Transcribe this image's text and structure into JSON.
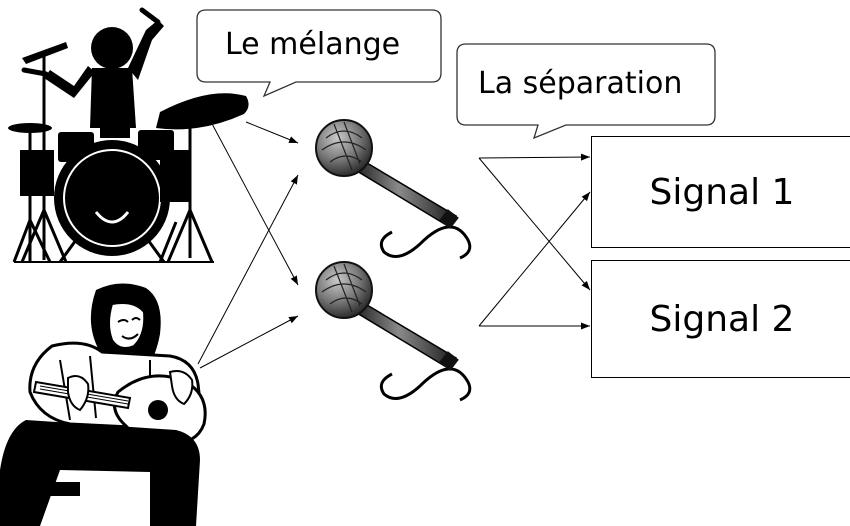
{
  "bubbles": {
    "mix_label": "Le mélange",
    "separation_label": "La séparation"
  },
  "outputs": [
    {
      "label": "Signal 1"
    },
    {
      "label": "Signal 2"
    }
  ],
  "icons": {
    "drummer": "drummer-icon",
    "guitarist": "guitarist-icon",
    "microphone": "microphone-icon"
  }
}
